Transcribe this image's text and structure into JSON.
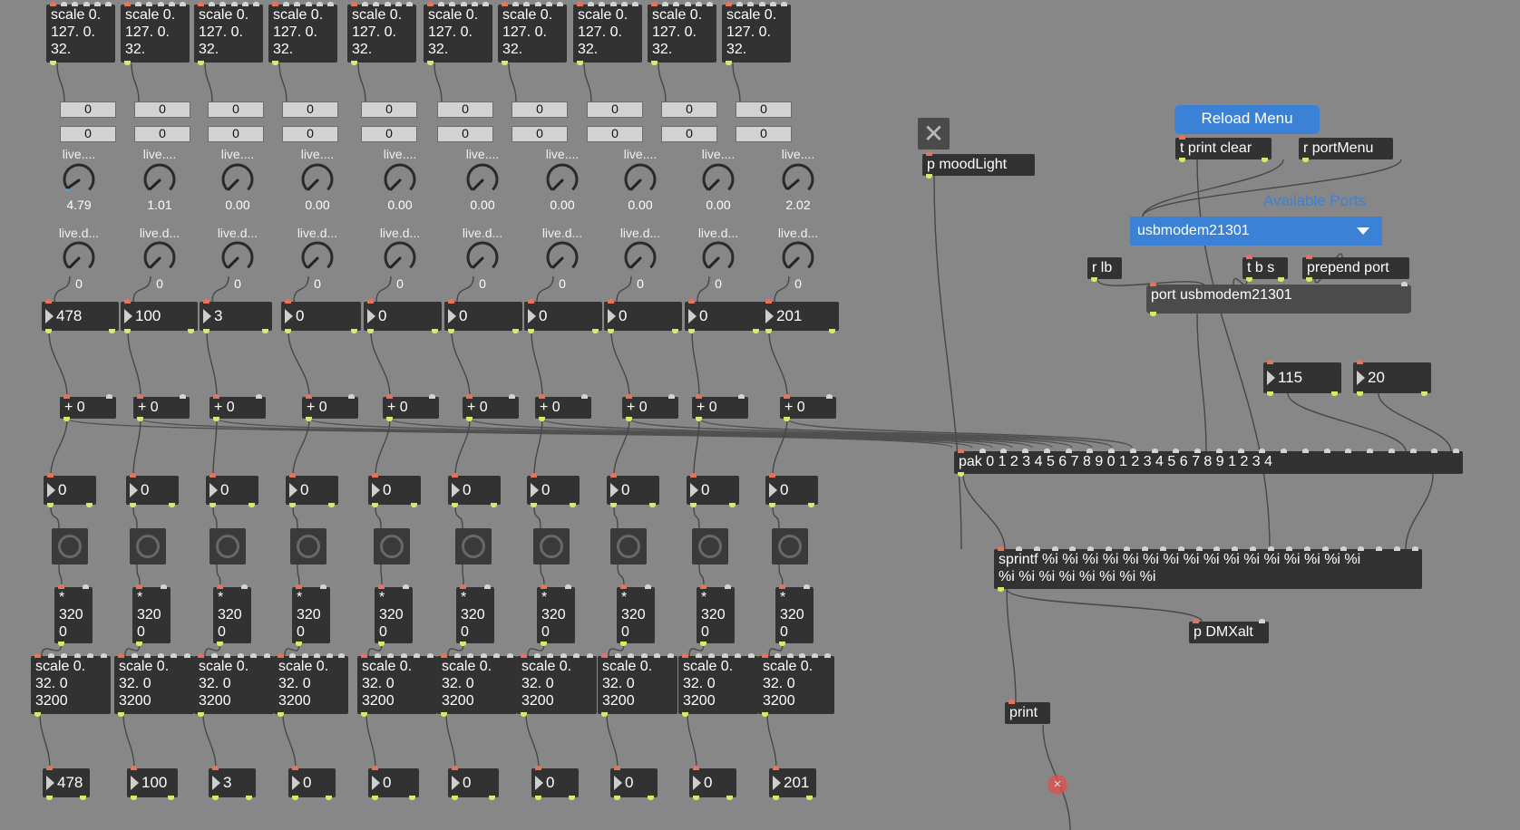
{
  "channels": [
    {
      "scale_top": "scale 0.\n127. 0.\n32.",
      "disp1": "0",
      "disp2": "0",
      "dial1_label": "live....",
      "dial1_value": "4.79",
      "dial2_label": "live.d...",
      "dial2_value": "0",
      "num1": "478",
      "plus": "+ 0",
      "num2": "0",
      "mult": "*\n320\n0",
      "scale_bot": "scale 0.\n32. 0\n3200",
      "num3": "478"
    },
    {
      "scale_top": "scale 0.\n127. 0.\n32.",
      "disp1": "0",
      "disp2": "0",
      "dial1_label": "live....",
      "dial1_value": "1.01",
      "dial2_label": "live.d...",
      "dial2_value": "0",
      "num1": "100",
      "plus": "+ 0",
      "num2": "0",
      "mult": "*\n320\n0",
      "scale_bot": "scale 0.\n32. 0\n3200",
      "num3": "100"
    },
    {
      "scale_top": "scale 0.\n127. 0.\n32.",
      "disp1": "0",
      "disp2": "0",
      "dial1_label": "live....",
      "dial1_value": "0.00",
      "dial2_label": "live.d...",
      "dial2_value": "0",
      "num1": "3",
      "plus": "+ 0",
      "num2": "0",
      "mult": "*\n320\n0",
      "scale_bot": "scale 0.\n32. 0\n3200",
      "num3": "3"
    },
    {
      "scale_top": "scale 0.\n127. 0.\n32.",
      "disp1": "0",
      "disp2": "0",
      "dial1_label": "live....",
      "dial1_value": "0.00",
      "dial2_label": "live.d...",
      "dial2_value": "0",
      "num1": "0",
      "plus": "+ 0",
      "num2": "0",
      "mult": "*\n320\n0",
      "scale_bot": "scale 0.\n32. 0\n3200",
      "num3": "0"
    },
    {
      "scale_top": "scale 0.\n127. 0.\n32.",
      "disp1": "0",
      "disp2": "0",
      "dial1_label": "live....",
      "dial1_value": "0.00",
      "dial2_label": "live.d...",
      "dial2_value": "0",
      "num1": "0",
      "plus": "+ 0",
      "num2": "0",
      "mult": "*\n320\n0",
      "scale_bot": "scale 0.\n32. 0\n3200",
      "num3": "0"
    },
    {
      "scale_top": "scale 0.\n127. 0.\n32.",
      "disp1": "0",
      "disp2": "0",
      "dial1_label": "live....",
      "dial1_value": "0.00",
      "dial2_label": "live.d...",
      "dial2_value": "0",
      "num1": "0",
      "plus": "+ 0",
      "num2": "0",
      "mult": "*\n320\n0",
      "scale_bot": "scale 0.\n32. 0\n3200",
      "num3": "0"
    },
    {
      "scale_top": "scale 0.\n127. 0.\n32.",
      "disp1": "0",
      "disp2": "0",
      "dial1_label": "live....",
      "dial1_value": "0.00",
      "dial2_label": "live.d...",
      "dial2_value": "0",
      "num1": "0",
      "plus": "+ 0",
      "num2": "0",
      "mult": "*\n320\n0",
      "scale_bot": "scale 0.\n32. 0\n3200",
      "num3": "0"
    },
    {
      "scale_top": "scale 0.\n127. 0.\n32.",
      "disp1": "0",
      "disp2": "0",
      "dial1_label": "live....",
      "dial1_value": "0.00",
      "dial2_label": "live.d...",
      "dial2_value": "0",
      "num1": "0",
      "plus": "+ 0",
      "num2": "0",
      "mult": "*\n320\n0",
      "scale_bot": "scale 0.\n32. 0\n3200",
      "num3": "0"
    },
    {
      "scale_top": "scale 0.\n127. 0.\n32.",
      "disp1": "0",
      "disp2": "0",
      "dial1_label": "live....",
      "dial1_value": "0.00",
      "dial2_label": "live.d...",
      "dial2_value": "0",
      "num1": "0",
      "plus": "+ 0",
      "num2": "0",
      "mult": "*\n320\n0",
      "scale_bot": "scale 0.\n32. 0\n3200",
      "num3": "0"
    },
    {
      "scale_top": "scale 0.\n127. 0.\n32.",
      "disp1": "0",
      "disp2": "0",
      "dial1_label": "live....",
      "dial1_value": "2.02",
      "dial2_label": "live.d...",
      "dial2_value": "0",
      "num1": "201",
      "plus": "+ 0",
      "num2": "0",
      "mult": "*\n320\n0",
      "scale_bot": "scale 0.\n32. 0\n3200",
      "num3": "201"
    }
  ],
  "patch": {
    "p_moodlight": "p moodLight",
    "reload_menu": "Reload Menu",
    "t_print_clear": "t print clear",
    "r_portmenu": "r portMenu",
    "available_ports": "Available Ports",
    "port_selected": "usbmodem21301",
    "r_lb": "r lb",
    "t_b_s": "t b s",
    "prepend_port": "prepend port",
    "port_msg": "port usbmodem21301",
    "num_115": "115",
    "num_20": "20",
    "pak": "pak 0 1 2 3 4 5 6 7 8 9 0 1 2 3 4 5 6 7 8 9 1 2 3 4",
    "sprintf": "sprintf %i %i %i %i %i %i %i %i %i %i %i %i %i %i %i %i\n%i %i %i %i %i %i %i %i",
    "p_dmxalt": "p DMXalt",
    "print": "print",
    "close_glyph": "✕",
    "delete_glyph": "×"
  },
  "colors": {
    "canvas": "#878787",
    "object": "#323232",
    "accent_blue": "#3b82d6",
    "dial_active": "#37b6e6"
  }
}
